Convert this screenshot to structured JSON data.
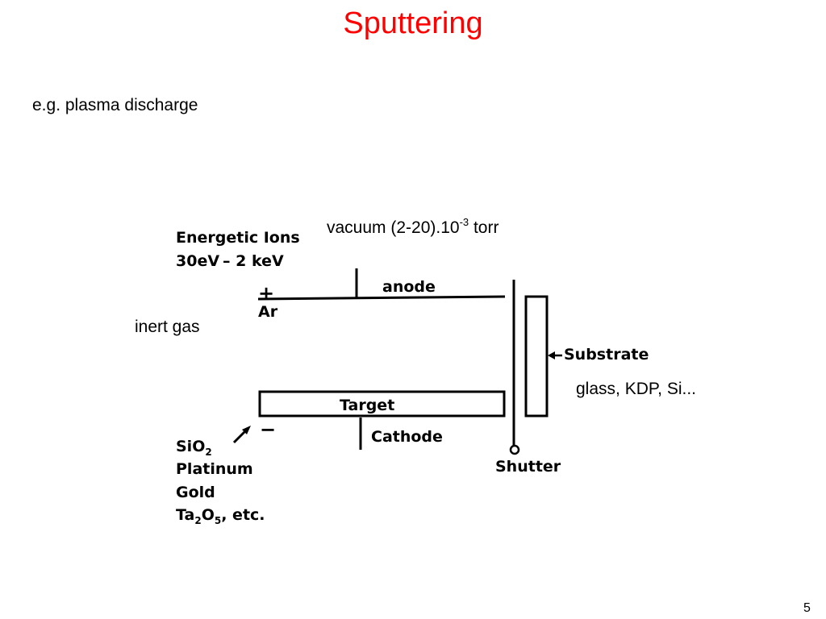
{
  "slide": {
    "title": "Sputtering",
    "subtitle": "e.g. plasma discharge",
    "page_number": "5",
    "title_color": "#ff0000"
  },
  "annotations": {
    "vacuum_text": "vacuum (2-20).10",
    "vacuum_exponent": "-3",
    "vacuum_unit": " torr",
    "inert_gas": "inert gas",
    "substrate_materials": "glass, KDP, Si..."
  },
  "diagram": {
    "energetic_ions_line1": "Energetic Ions",
    "energetic_ions_line2_prefix": "30eV",
    "energetic_ions_line2_suffix": "– 2 keV",
    "plus": "+",
    "ar": "Ar",
    "anode": "anode",
    "target": "Target",
    "cathode": "Cathode",
    "minus": "−",
    "substrate": "Substrate",
    "shutter": "Shutter",
    "material_sio": "SiO",
    "material_sio_sub": "2",
    "material_platinum": "Platinum",
    "material_gold": "Gold",
    "material_ta": "Ta",
    "material_ta_sub1": "2",
    "material_o": "O",
    "material_ta_sub2": "5",
    "material_etc": ", etc."
  }
}
